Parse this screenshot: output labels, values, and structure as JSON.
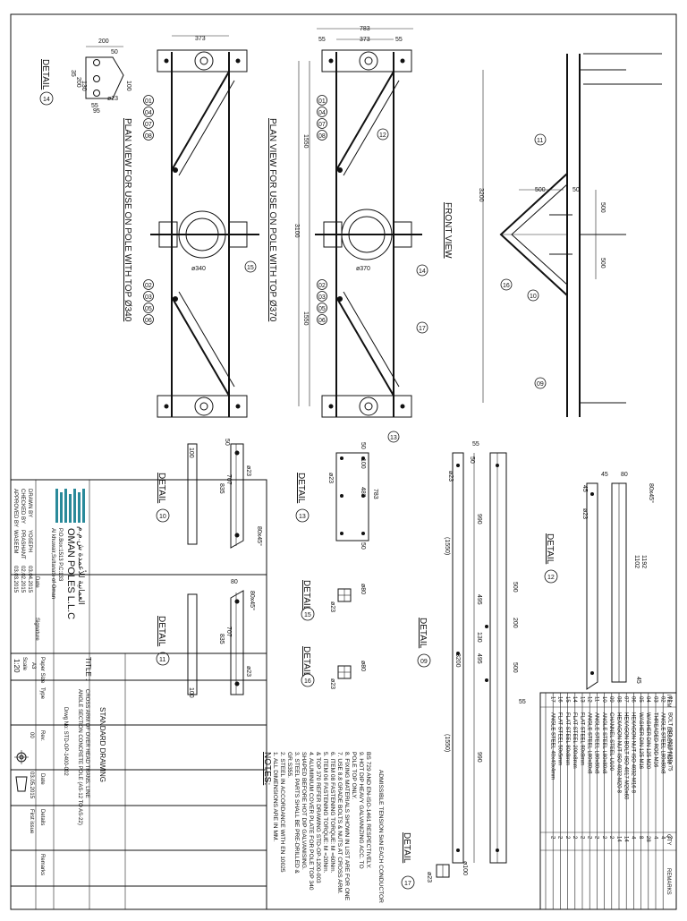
{
  "views": {
    "plan_top_340": "PLAN VIEW FOR USE ON POLE WITH TOP Ø340",
    "plan_top_370": "PLAN VIEW FOR USE ON POLE WITH TOP Ø370",
    "front": "FRONT VIEW"
  },
  "dims": {
    "d200": "200",
    "d50": "50",
    "d100": "100",
    "d130": "130",
    "d35": "35",
    "d55": "55",
    "d95": "95",
    "d373": "373",
    "d783": "783",
    "d1550": "1550",
    "d3100": "3100",
    "d340": "ø340",
    "d370": "ø370",
    "d3200": "3200",
    "d500": "500",
    "d707": "707",
    "d835": "835",
    "d483": "483",
    "d990": "990",
    "d495": "495",
    "d1550p": "(1550)",
    "d1102": "1102",
    "d1192": "1192",
    "d45": "45",
    "d80x45": "80x45°",
    "d80": "80",
    "d23": "ø23",
    "d480": "ø80",
    "d4100": "ø100",
    "d17": "17"
  },
  "balloons": [
    "01",
    "04",
    "07",
    "08",
    "02",
    "03",
    "05",
    "06",
    "09",
    "10",
    "11",
    "12",
    "13",
    "14",
    "15",
    "16",
    "17"
  ],
  "details": {
    "d14": "DETAIL",
    "n14": "14",
    "d10": "DETAIL",
    "n10": "10",
    "d11": "DETAIL",
    "n11": "11",
    "d13": "DETAIL",
    "n13": "13",
    "d15": "DETAIL",
    "n15": "15",
    "d16": "DETAIL",
    "n16": "16",
    "d09": "DETAIL",
    "n09": "09",
    "d12": "DETAIL",
    "n12": "12",
    "d17": "DETAIL",
    "n17": "17"
  },
  "notes": {
    "heading": "NOTES:",
    "lines": [
      "1. ALL DIMENSIONS ARE IN MM.",
      "2. STEEL IN ACCORDANCE WITH EN 10025",
      "   GR.S355.",
      "3. STEEL PARTS SHALL BE PRE-DRILLED &",
      "   SHAPED BEFORE HOT DIP GALVANISING.",
      "4. ALUMINIUM COVER PLATE FOR POLE TOP 340",
      "   & TOP 370 REFER DRAWING STD-OP-1200-003",
      "5. ITEM 06 FASTENING TORQUE: M =20Nm.",
      "6. ITEM 08 FASTENING TORQUE: M =60Nm.",
      "7. USE 8.8 GRADE BOLTS & NUTS AT CROSS ARM.",
      "8. FIXING MATERIALS SHOWN IN LIST ARE FOR ONE",
      "   POLE TOP ONLY.",
      "9. HOT DIP HEAVY GALVANIZING ACC. TO",
      "   BS 729 AND EN-ISO-1461 RESPECTIVELY."
    ],
    "tension": "ADMISSIBLE TENSION 5kN EACH CONDUCTOR"
  },
  "bom": {
    "headers": {
      "item": "ITEM",
      "no": "No.",
      "desc": "DESCRIPTION",
      "qty": "QTY",
      "remarks": "REMARKS"
    },
    "rows": [
      {
        "item": "17",
        "desc": "ANGLE STEEL 40x40x4mm",
        "qty": "2"
      },
      {
        "item": "16",
        "desc": "FLAT STEEL 50x5mm",
        "qty": "2"
      },
      {
        "item": "15",
        "desc": "FLAT STEEL 80x8mm",
        "qty": "2"
      },
      {
        "item": "14",
        "desc": "FLAT STEEL 200x8mm",
        "qty": "2"
      },
      {
        "item": "13",
        "desc": "FLAT STEEL 80x8mm",
        "qty": "2"
      },
      {
        "item": "12",
        "desc": "ANGLE STEEL L80x80x8",
        "qty": "2"
      },
      {
        "item": "11",
        "desc": "ANGLE STEEL L80x80x8",
        "qty": "2"
      },
      {
        "item": "10",
        "desc": "ANGLE STEEL L80x80x8",
        "qty": "2"
      },
      {
        "item": "09",
        "desc": "CHANNEL STEEL U100",
        "qty": "2"
      },
      {
        "item": "08",
        "desc": "HEXAGON NUT ISO 4032-M20-8",
        "qty": "14"
      },
      {
        "item": "07",
        "desc": "HEXAGON BOLT ISO 4017-M20x60",
        "qty": "14"
      },
      {
        "item": "06",
        "desc": "HEXAGON NUT ISO 4032-M16-8",
        "qty": "4"
      },
      {
        "item": "05",
        "desc": "WASHER DIN 125 M16",
        "qty": "8"
      },
      {
        "item": "04",
        "desc": "WASHER DIN 125 M20",
        "qty": "28"
      },
      {
        "item": "03",
        "desc": "THREADED ROD M16",
        "qty": "4"
      },
      {
        "item": "02",
        "desc": "ANGLE STEEL L80x80x8",
        "qty": "4"
      },
      {
        "item": "01",
        "desc": "BOLT ISO 4017-M20x75",
        "qty": "2"
      }
    ]
  },
  "title_block": {
    "company_ar": "العمانية للأعمدة ش.م.م",
    "company_en": "OMAN POLES L.L.C",
    "address1": "P.O.Box:1513   P.C:133",
    "address2": "Al khuwair,Sultanate of Oman",
    "drawn_label": "DRAWN BY",
    "drawn_name": "YOSEPH",
    "drawn_date": "03.04.2015",
    "checked_label": "CHECKED BY",
    "checked_name": "PRASHANT",
    "checked_date": "02.02.2015",
    "approved_label": "APPROVED BY",
    "approved_name": "WASEEM",
    "approved_date": "03.03.2015",
    "date_label": "Date",
    "signature_label": "Signature",
    "paper_size_label": "Paper Size",
    "paper_size": "A3",
    "scale_label": "Scale",
    "scale": "1:20",
    "type_label": "Type",
    "rev_label": "Rev.",
    "rev": "00",
    "date2_label": "Date",
    "date2": "03.05.2015",
    "first_issue": "First issue",
    "details_label": "Details",
    "remarks_label": "Remarks",
    "standard": "STANDARD DRAWING",
    "title_label": "TITLE :",
    "title1": "CROSS ARM OF OVER HEAD TRANS. LINE",
    "title2": "ANGLE SECTION CONCRETE POLE (AS-12 TO AS-22)",
    "drawing_no": "Drwg No: STD-OP-1400-002"
  },
  "colors": {
    "line": "#111111",
    "logo": "#2a8a9a"
  }
}
